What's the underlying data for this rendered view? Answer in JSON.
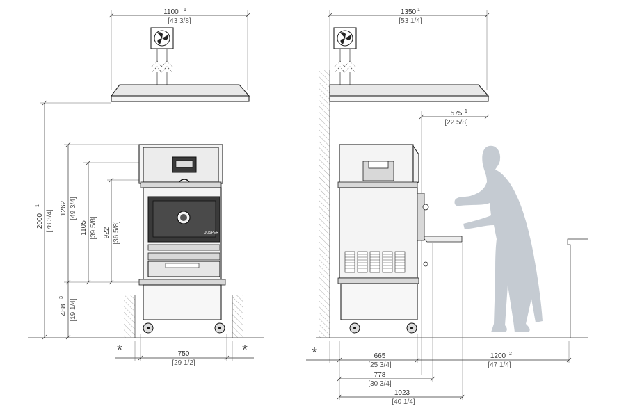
{
  "front_view": {
    "width_top": {
      "mm": "1100",
      "inch": "[43 3/8]",
      "note": "1"
    },
    "height_total": {
      "mm": "2000",
      "inch": "[78 3/4]",
      "note": "1"
    },
    "height_1262": {
      "mm": "1262",
      "inch": "[49 3/4]"
    },
    "height_1105": {
      "mm": "1105",
      "inch": "[39 5/8]"
    },
    "height_922": {
      "mm": "922",
      "inch": "[36 5/8]"
    },
    "height_488": {
      "mm": "488",
      "inch": "[19 1/4]",
      "note": "3"
    },
    "width_base": {
      "mm": "750",
      "inch": "[29 1/2]"
    },
    "clearance_mark_left": "*",
    "clearance_mark_right": "*",
    "brand_label": "JOSPER"
  },
  "side_view": {
    "width_top": {
      "mm": "1350",
      "inch": "[53 1/4]",
      "note": "1"
    },
    "hood_depth": {
      "mm": "575",
      "inch": "[22 5/8]",
      "note": "1"
    },
    "depth_665": {
      "mm": "665",
      "inch": "[25 3/4]"
    },
    "depth_778": {
      "mm": "778",
      "inch": "[30 3/4]"
    },
    "depth_1023": {
      "mm": "1023",
      "inch": "[40 1/4]"
    },
    "operator_space": {
      "mm": "1200",
      "inch": "[47 1/4]",
      "note": "2"
    },
    "clearance_mark": "*"
  },
  "colors": {
    "line": "#333333",
    "figure": "#c5cbd2",
    "wall_hatch": "#777777"
  },
  "icons": [
    "fan-icon",
    "person-silhouette-icon",
    "wall-hatch-icon"
  ]
}
